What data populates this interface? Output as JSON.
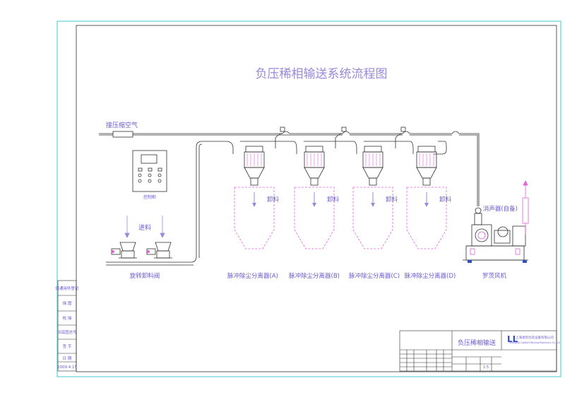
{
  "title": "负压稀相输送系统流程图",
  "labels": {
    "compressed_air": "接压缩空气",
    "control_cabinet": "控制柜",
    "feed_in": "进料",
    "rotary_valve": "旋转卸料阀",
    "discharge": "卸料",
    "separators": [
      "脉冲除尘分离器(A)",
      "脉冲除尘分离器(B)",
      "脉冲除尘分离器(C)",
      "脉冲除尘分离器(D)"
    ],
    "silencer": "消声器(自备)",
    "roots_blower": "罗茨风机"
  },
  "side_column": [
    "借通用件登记",
    "描 图",
    "校 描",
    "旧底图总号",
    "签 字",
    "日 期"
  ],
  "date": "2009.4.15",
  "title_block": {
    "drawing_name": "负压稀相输送",
    "company_cn": "上海承凯包装设备有限公司",
    "company_en": "Shanghai LIANLIN Packing Machinery Co.,Ltd",
    "scale": "1:5",
    "logo": "LL"
  },
  "colors": {
    "frame": "#40c8d0",
    "drawing": "#303030",
    "text": "#6a5acd",
    "pink": "#e060e0"
  }
}
